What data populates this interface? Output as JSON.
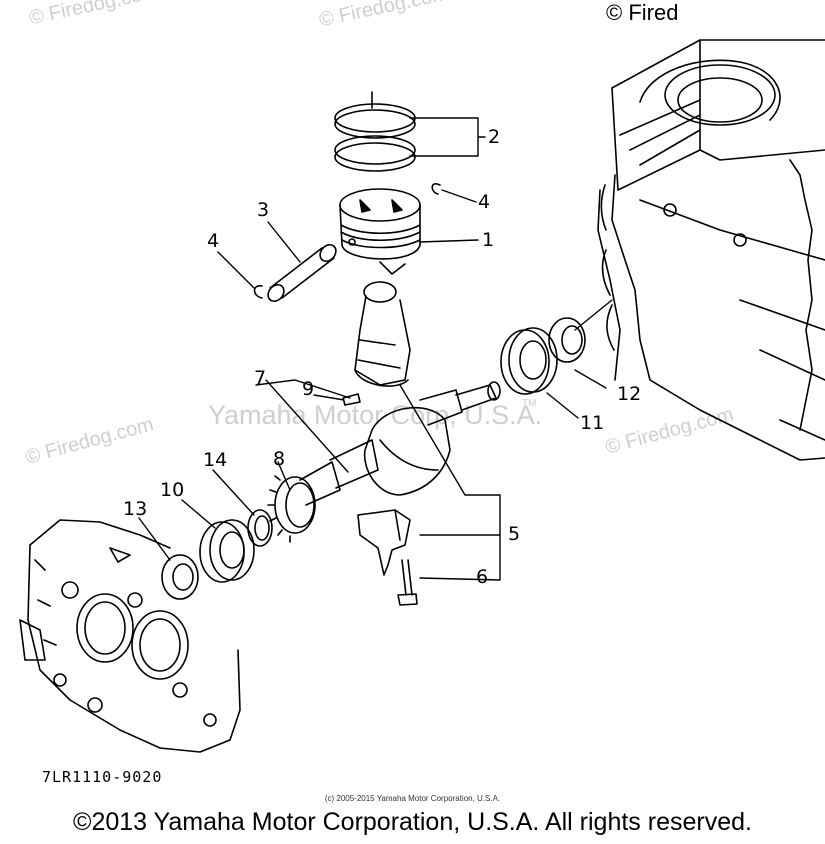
{
  "watermarks": {
    "top_left": "© Firedog.com",
    "top_mid": "© Firedog.com",
    "left_mid": "© Firedog.com",
    "right_mid": "© Firedog.com",
    "center": "Yamaha Motor Corp, U.S.A.",
    "tm": "TM"
  },
  "corner_copyright": "© Fired",
  "callouts": {
    "c1": "1",
    "c2": "2",
    "c3": "3",
    "c4a": "4",
    "c4b": "4",
    "c5": "5",
    "c6": "6",
    "c7": "7",
    "c8": "8",
    "c9": "9",
    "c10": "10",
    "c11": "11",
    "c12": "12",
    "c13": "13",
    "c14": "14"
  },
  "diagram_code": "7LR1110-9020",
  "small_copyright": "(c) 2005-2015 Yamaha Motor Corporation, U.S.A.",
  "footer_copyright": "©2013 Yamaha Motor Corporation, U.S.A. All rights reserved."
}
